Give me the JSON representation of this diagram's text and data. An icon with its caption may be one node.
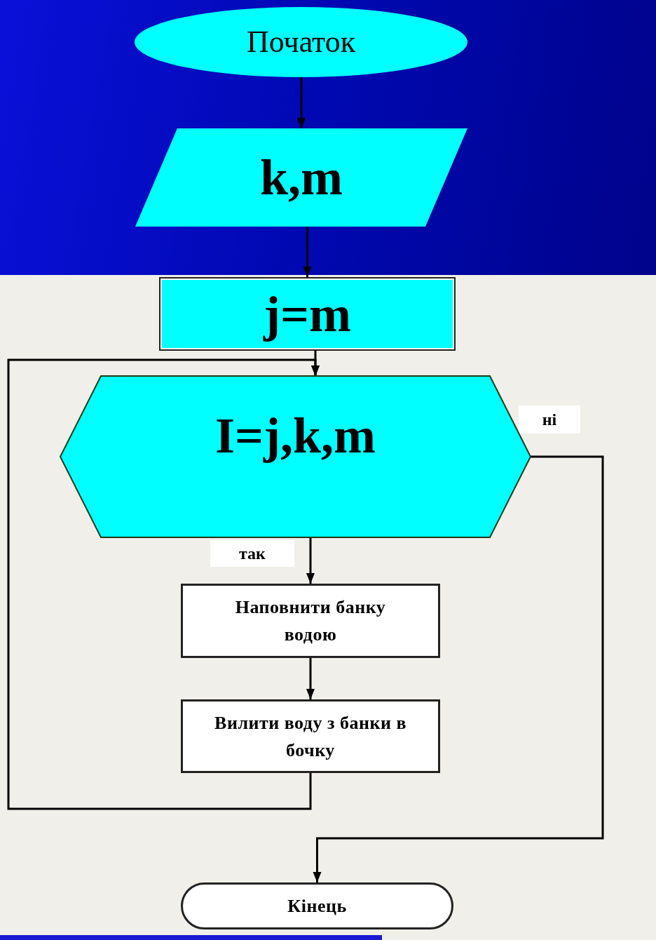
{
  "diagram": {
    "nodes": [
      {
        "text": [
          "Початок"
        ]
      },
      {
        "text": [
          "k,m"
        ]
      },
      {
        "text": [
          "j=m"
        ]
      },
      {
        "text": [
          "I=j,k,m"
        ]
      },
      {
        "text": [
          "Наповнити банку водою"
        ]
      },
      {
        "text": [
          "Вилити воду з банки в бочку"
        ]
      },
      {
        "text": [
          "Кінець"
        ]
      }
    ],
    "edges": [
      {
        "from": 0,
        "to": 1,
        "arrow": "to"
      },
      {
        "from": 1,
        "to": 2,
        "arrow": "to"
      },
      {
        "from": 2,
        "to": 3,
        "arrow": "to"
      },
      {
        "from": 3,
        "to": 4,
        "arrow": "to",
        "label": "так"
      },
      {
        "from": 4,
        "to": 5,
        "arrow": "to"
      },
      {
        "from": 5,
        "to": 3,
        "arrow": "to"
      },
      {
        "from": 3,
        "to": 6,
        "arrow": "to",
        "label": "ні"
      }
    ]
  }
}
